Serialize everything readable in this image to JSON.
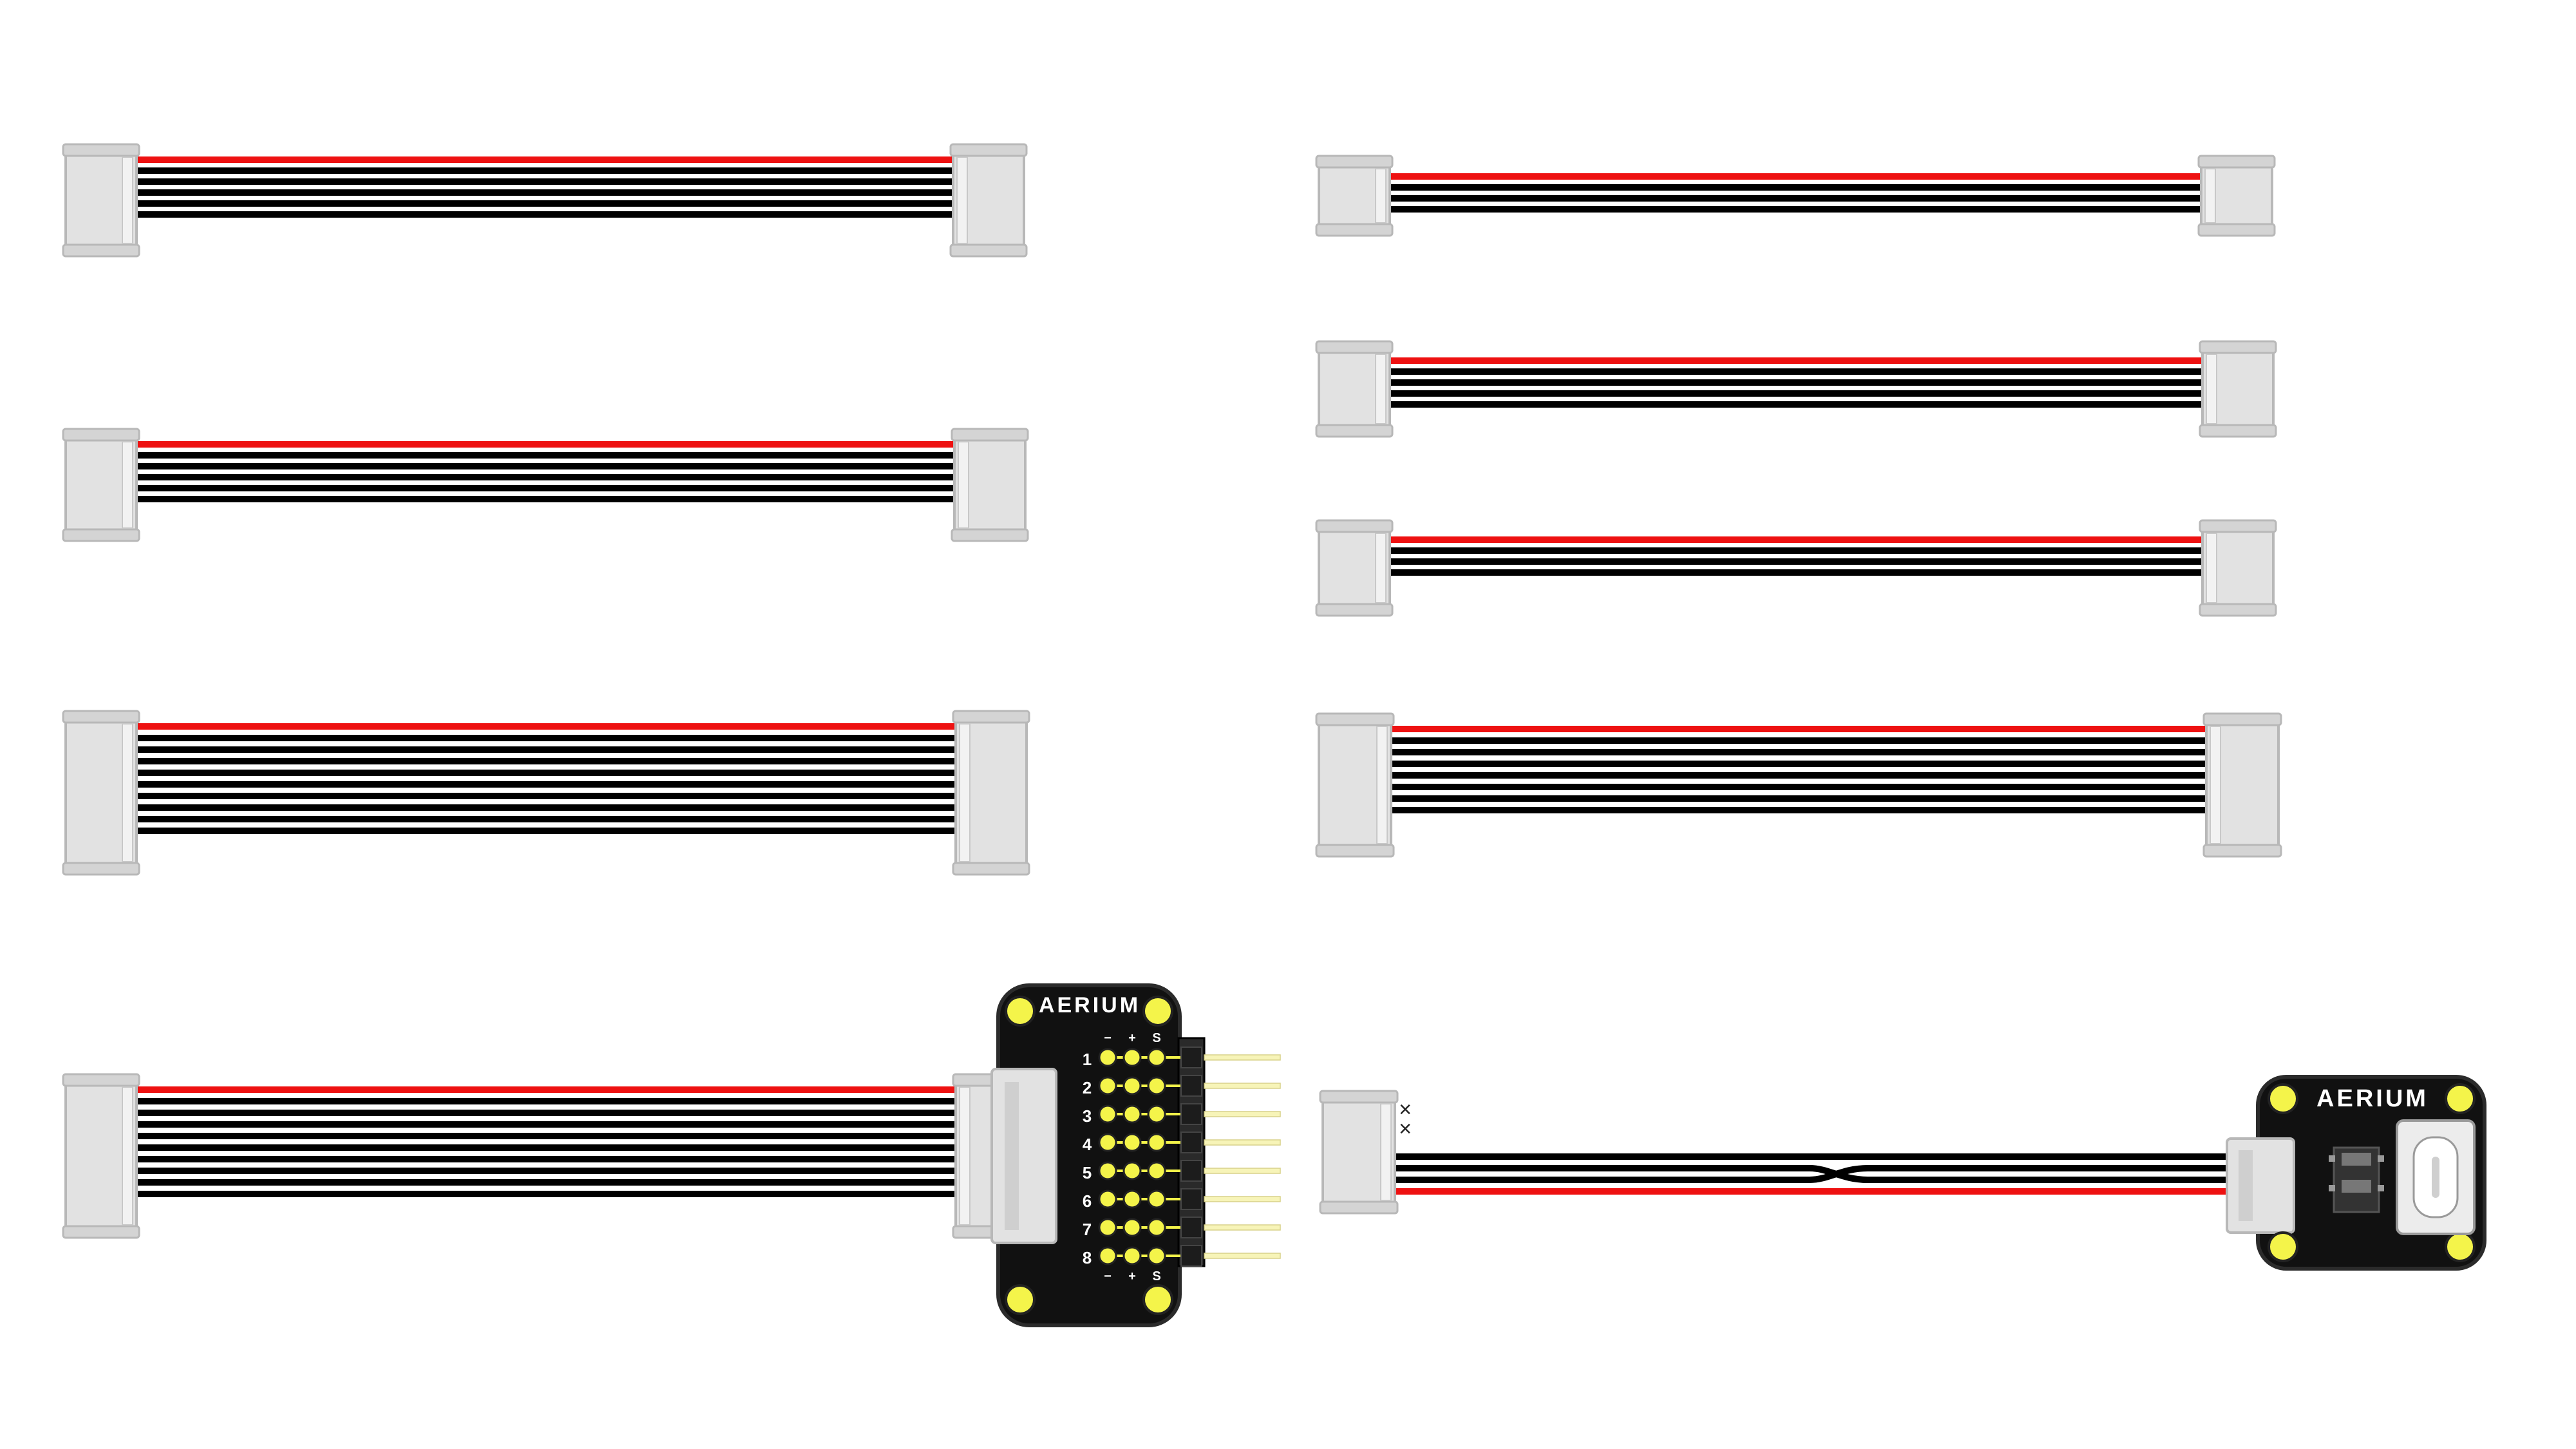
{
  "colors": {
    "background": "#ffffff",
    "wire_red": "#ee1111",
    "wire_black": "#000000",
    "connector_body": "#e2e2e2",
    "connector_edge": "#b8b8b8",
    "pcb": "#111111",
    "pcb_edge": "#2b2b2b",
    "pad_gold": "#f4f44a",
    "header_pin": "#f7f4b8"
  },
  "cables": [
    {
      "name": "cable-6-wire-left-1",
      "wires": 6
    },
    {
      "name": "cable-6-wire-left-2",
      "wires": 6
    },
    {
      "name": "cable-10-wire-left",
      "wires": 10
    },
    {
      "name": "cable-4-wire-right-1",
      "wires": 4
    },
    {
      "name": "cable-5-wire-right",
      "wires": 5
    },
    {
      "name": "cable-4-wire-right-2",
      "wires": 4
    },
    {
      "name": "cable-8-wire-right",
      "wires": 8
    },
    {
      "name": "cable-10-wire-breakout",
      "wires": 10
    },
    {
      "name": "cable-4-wire-crossover",
      "wires": 4
    }
  ],
  "breakout_board": {
    "brand": "AERIUM",
    "pin_numbers": [
      "1",
      "2",
      "3",
      "4",
      "5",
      "6",
      "7",
      "8"
    ],
    "column_labels_top": [
      "−",
      "+",
      "S"
    ],
    "column_labels_bottom": [
      "−",
      "+",
      "S"
    ]
  },
  "usb_board": {
    "brand": "AERIUM",
    "icons": [
      "usb-c-port-icon",
      "chip-icon"
    ]
  },
  "crossover": {
    "unused_marks": [
      "×",
      "×"
    ]
  }
}
